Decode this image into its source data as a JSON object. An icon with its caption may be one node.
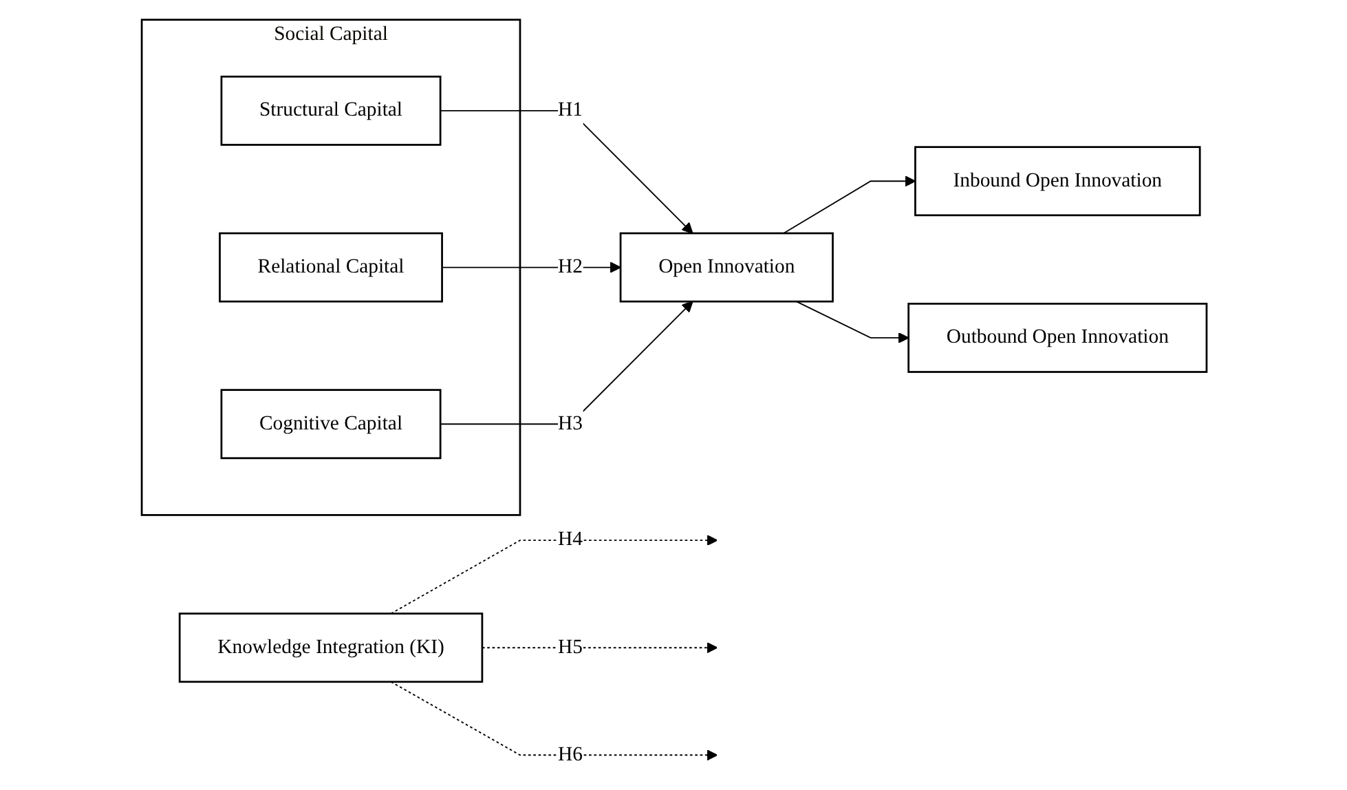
{
  "diagram": {
    "nodes": [
      {
        "text": [
          "Knowledge Integration (KI)"
        ]
      },
      {
        "text": [
          "Social Capital"
        ]
      },
      {
        "text": [
          "Structural Capital"
        ],
        "in": 1
      },
      {
        "text": [
          "Relational Capital"
        ],
        "in": 1
      },
      {
        "text": [
          "Cognitive Capital"
        ],
        "in": 1
      },
      {
        "text": [
          "Open Innovation"
        ]
      },
      {
        "text": [
          "Inbound Open Innovation"
        ]
      },
      {
        "text": [
          "Outbound Open Innovation"
        ]
      }
    ],
    "edges": [
      {
        "from": 2,
        "to": 5,
        "arrow": "to",
        "label": "H1"
      },
      {
        "from": 3,
        "to": 5,
        "arrow": "to",
        "label": "H2"
      },
      {
        "from": 4,
        "to": 5,
        "arrow": "to",
        "label": "H3"
      },
      {
        "from": 0,
        "to": null,
        "arrow": "to",
        "label": "H4",
        "style": "dashed"
      },
      {
        "from": 0,
        "to": null,
        "arrow": "to",
        "label": "H5",
        "style": "dashed"
      },
      {
        "from": 0,
        "to": null,
        "arrow": "to",
        "label": "H6",
        "style": "dashed"
      },
      {
        "from": 5,
        "to": 6,
        "arrow": "to"
      },
      {
        "from": 5,
        "to": 7,
        "arrow": "to"
      }
    ]
  }
}
